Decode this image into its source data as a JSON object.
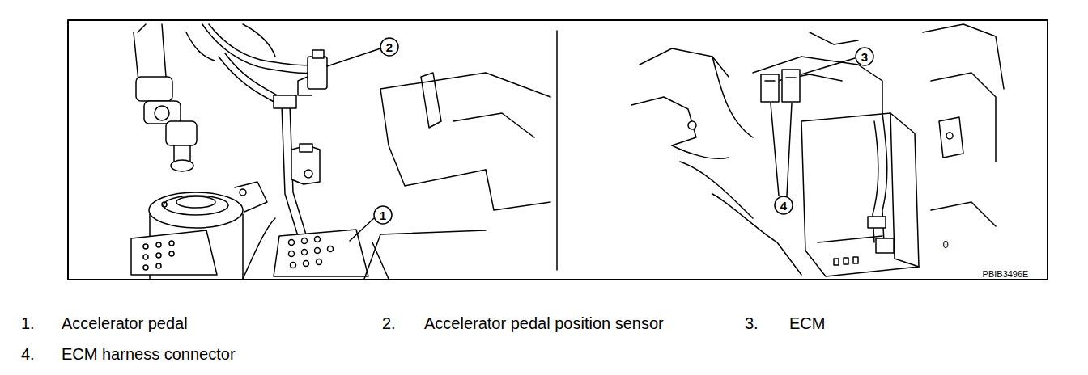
{
  "diagram": {
    "labels": [
      "2",
      "1",
      "3",
      "4",
      "0",
      "PBIB3496E",
      "1.",
      "Accelerator pedal",
      "2.",
      "Accelerator pedal position sensor",
      "3.",
      "ECM",
      "4.",
      "ECM harness connector"
    ]
  }
}
